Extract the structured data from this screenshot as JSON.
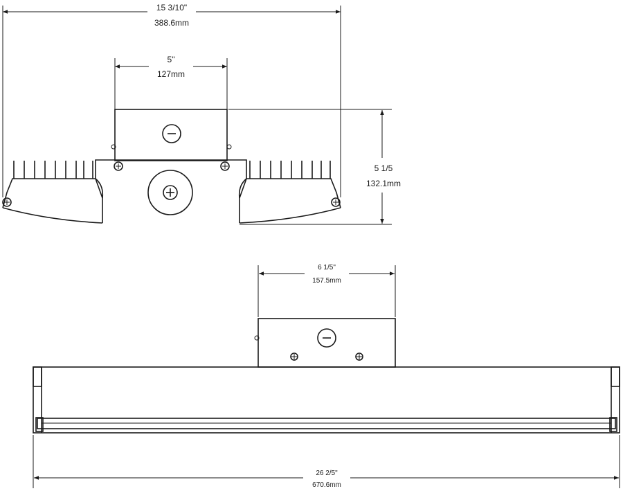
{
  "dimensions": {
    "top_width": {
      "imperial": "15 3/10\"",
      "metric": "388.6mm"
    },
    "mount_width": {
      "imperial": "5\"",
      "metric": "127mm"
    },
    "height": {
      "imperial": "5 1/5",
      "metric": "132.1mm"
    },
    "box_length": {
      "imperial": "6 1/5\"",
      "metric": "157.5mm"
    },
    "overall_length": {
      "imperial": "26 2/5\"",
      "metric": "670.6mm"
    }
  },
  "colors": {
    "line": "#1a1a1a",
    "background": "#ffffff"
  }
}
